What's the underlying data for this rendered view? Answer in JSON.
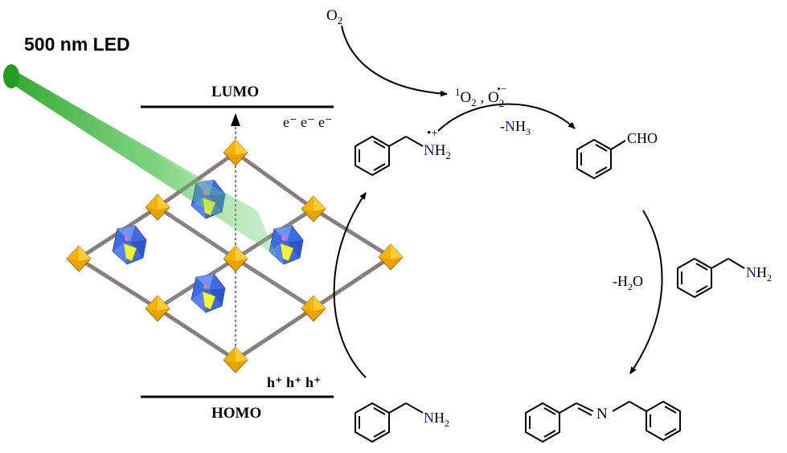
{
  "light_source": {
    "label": "500 nm LED",
    "color": "#3cb43c"
  },
  "bands": {
    "lumo": "LUMO",
    "homo": "HOMO",
    "electrons": "e⁻  e⁻  e⁻",
    "holes": "h⁺ h⁺ h⁺"
  },
  "reaction": {
    "oxygen": "O",
    "oxygen_sub": "2",
    "ros_1o2_sup": "1",
    "ros_1o2": "O",
    "ros_1o2_sub": "2",
    "ros_sep": " , ",
    "ros_superoxide": "O",
    "ros_superoxide_sub": "2",
    "ros_superoxide_sup": "•−",
    "nh3_loss_prefix": "-",
    "nh3_loss_n": "N",
    "nh3_loss_h": "H",
    "nh3_loss_sub": "3",
    "water_loss": "-H",
    "water_loss_sub": "2",
    "water_loss_o": "O"
  },
  "molecules": {
    "cation_n": "N",
    "cation_h": "H",
    "cation_sub": "2",
    "cation_charge": "•+",
    "aldehyde": "CHO",
    "amine_n": "N",
    "amine_h": "H",
    "amine_sub": "2",
    "imine_n": "N"
  },
  "colors": {
    "nitrogen": "#1a1aa6",
    "polyhedra": "#f0a500",
    "poms": "#4169e1"
  }
}
